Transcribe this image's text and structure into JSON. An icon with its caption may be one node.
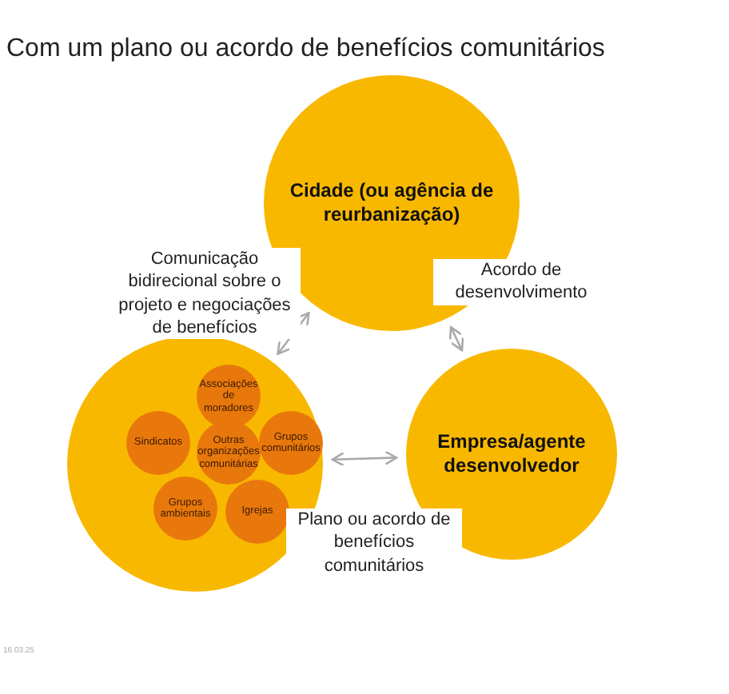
{
  "diagram": {
    "title": "Com um plano ou acordo de benefícios comunitários",
    "nodes": [
      {
        "text": [
          "Cidade (ou agência de reurbanização)"
        ]
      },
      {
        "text": [],
        "shape": "circle"
      },
      {
        "text": [
          "Associações de moradores"
        ],
        "in": 1
      },
      {
        "text": [
          "Sindicatos"
        ],
        "in": 1
      },
      {
        "text": [
          "Outras organizações comunitárias"
        ],
        "in": 1
      },
      {
        "text": [
          "Grupos comunitários"
        ],
        "in": 1
      },
      {
        "text": [
          "Grupos ambientais"
        ],
        "in": 1
      },
      {
        "text": [
          "Igrejas"
        ],
        "in": 1
      },
      {
        "text": [
          "Empresa/agente desenvolvedor"
        ]
      }
    ],
    "edges": [
      {
        "from": 1,
        "to": 0,
        "arrow": "both",
        "label": "Comunicação bidirecional sobre o projeto e negociações de benefícios",
        "color": "#aaaaaa"
      },
      {
        "from": 0,
        "to": 8,
        "arrow": "both",
        "label": "Acordo de desenvolvimento",
        "color": "#aaaaaa"
      },
      {
        "from": 1,
        "to": 8,
        "arrow": "both",
        "label": "Plano ou acordo de benefícios comunitários",
        "color": "#aaaaaa"
      }
    ],
    "labels": [
      "16.03.25"
    ]
  }
}
